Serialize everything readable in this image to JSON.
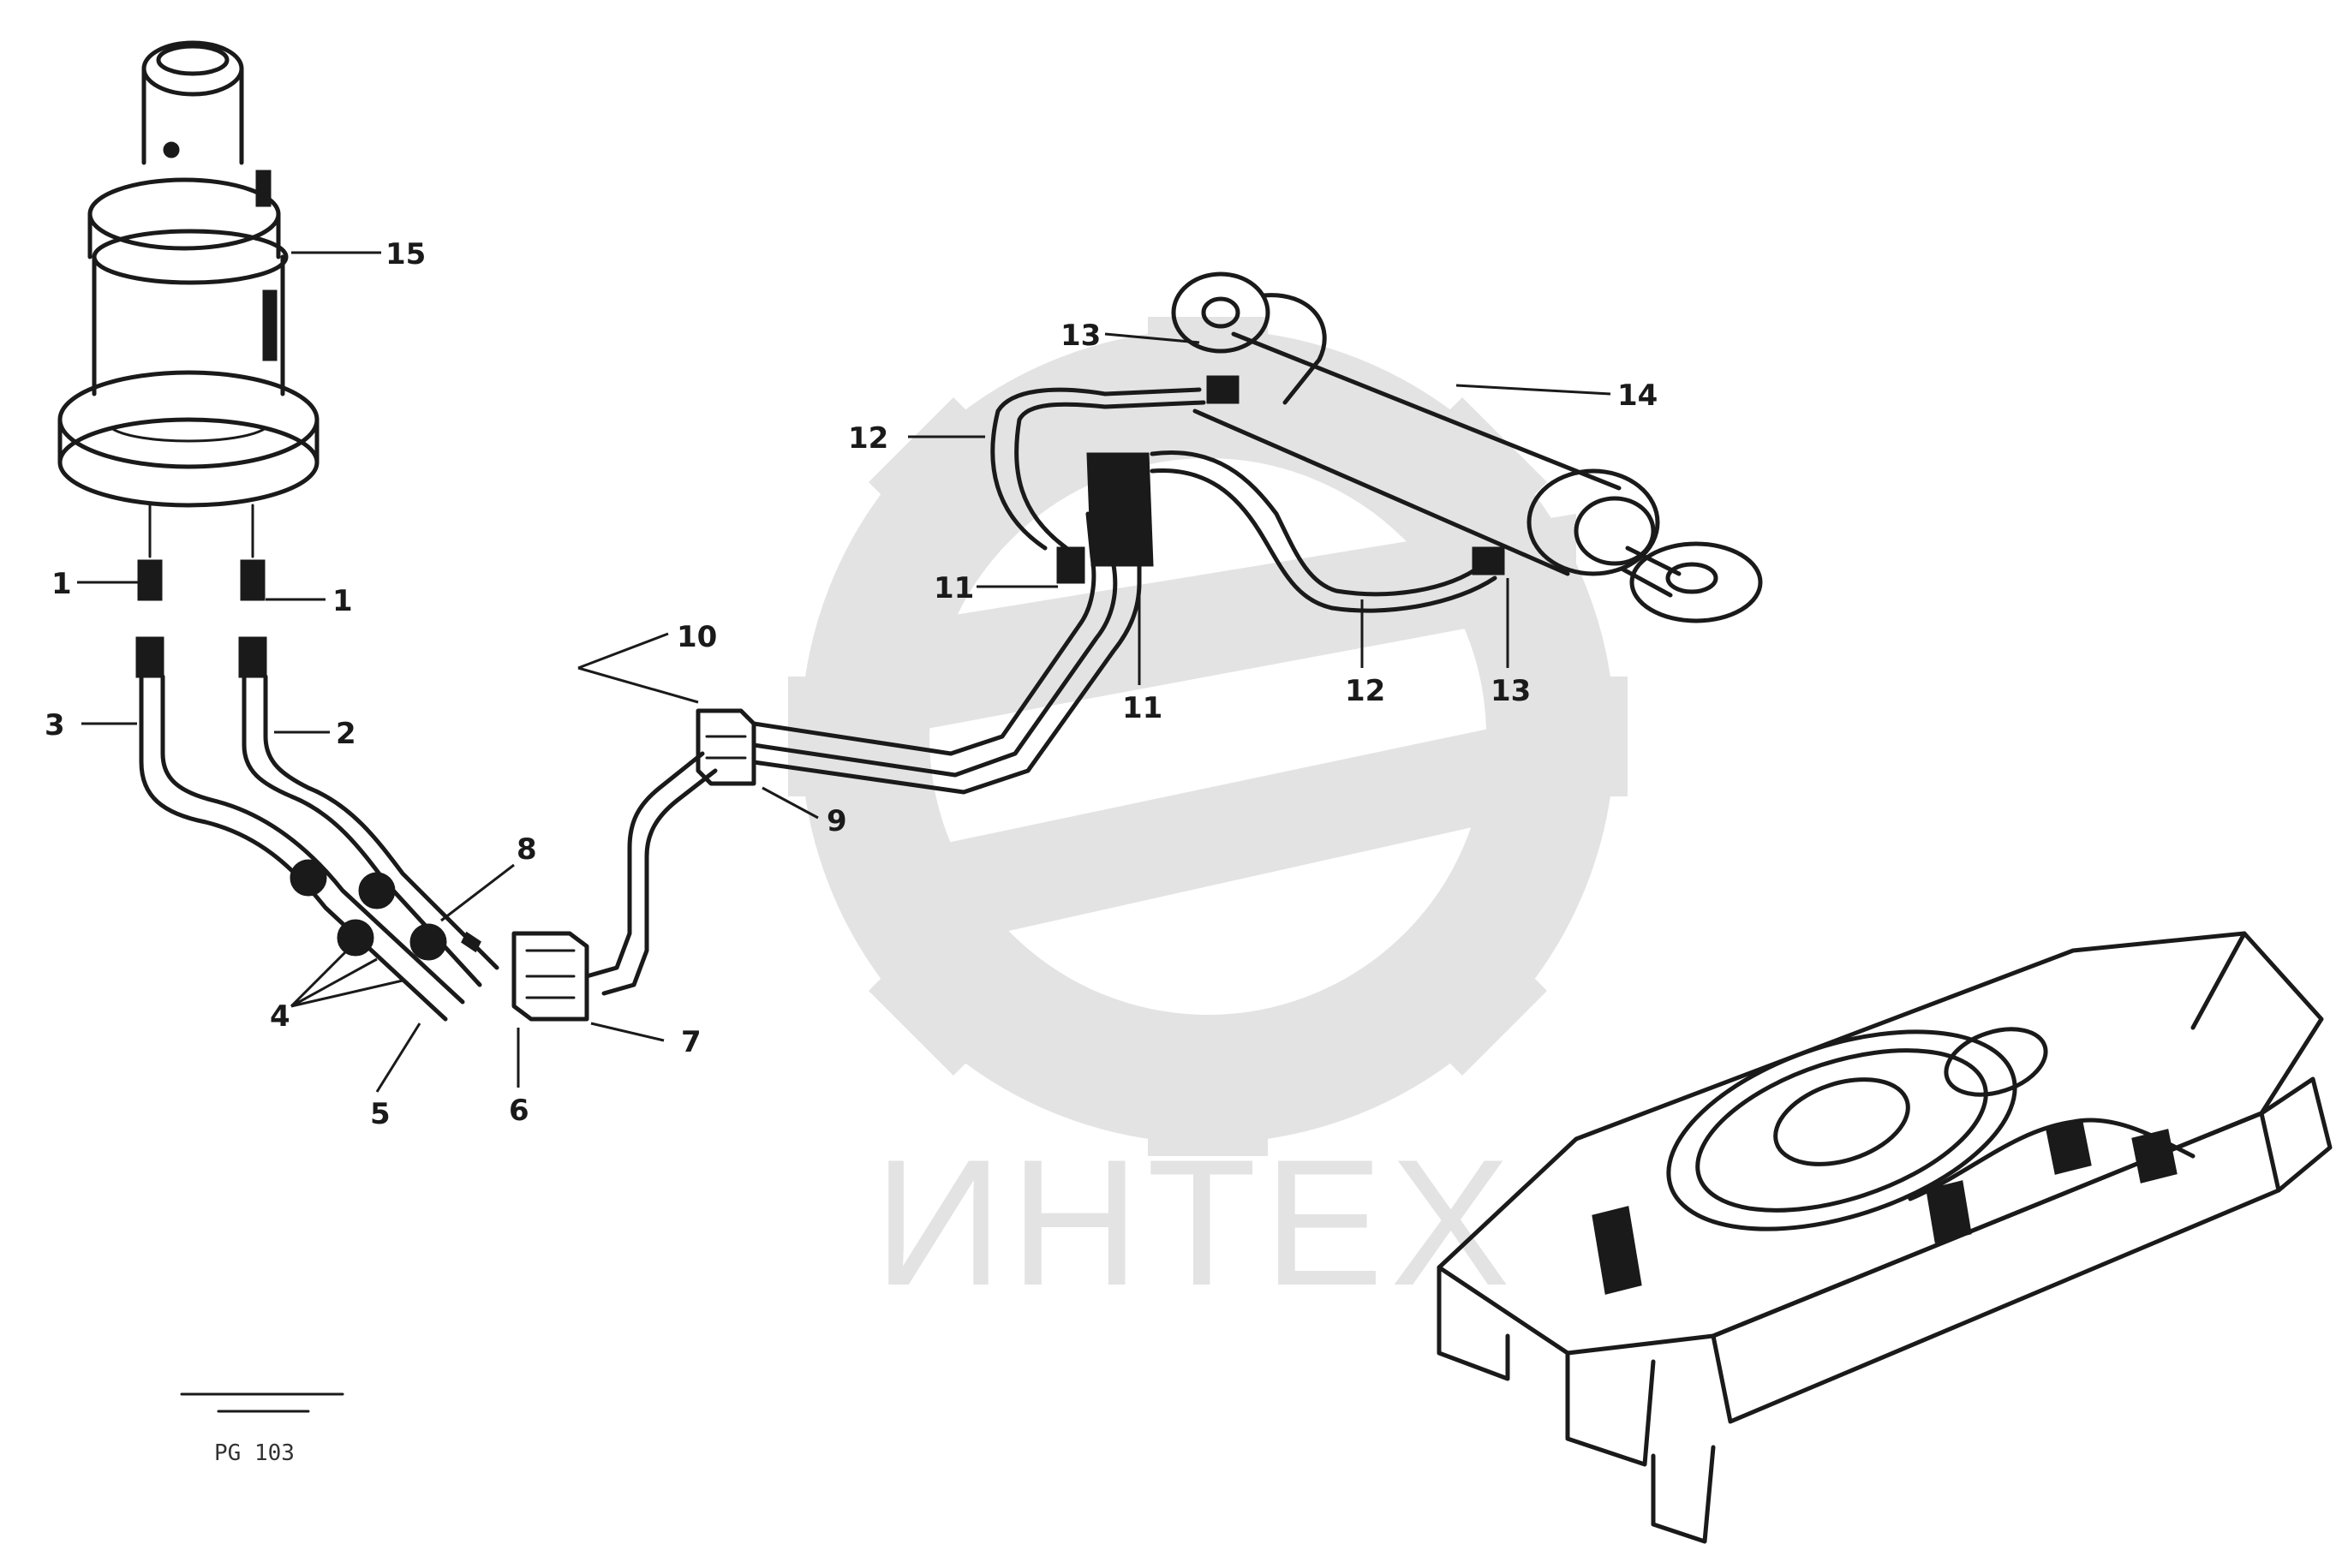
{
  "watermark": {
    "text": "ИНТЕХ",
    "color": "#e3e3e3"
  },
  "callouts": {
    "c1a": "1",
    "c1b": "1",
    "c2": "2",
    "c3": "3",
    "c4": "4",
    "c5": "5",
    "c6": "6",
    "c7": "7",
    "c8": "8",
    "c9": "9",
    "c10": "10",
    "c11a": "11",
    "c11b": "11",
    "c12a": "12",
    "c12b": "12",
    "c13a": "13",
    "c13b": "13",
    "c14": "14",
    "c15": "15"
  },
  "reference": {
    "line1": "",
    "line2": "",
    "code": "PG 103"
  },
  "colors": {
    "ink": "#1a1a1a",
    "background": "#ffffff"
  }
}
